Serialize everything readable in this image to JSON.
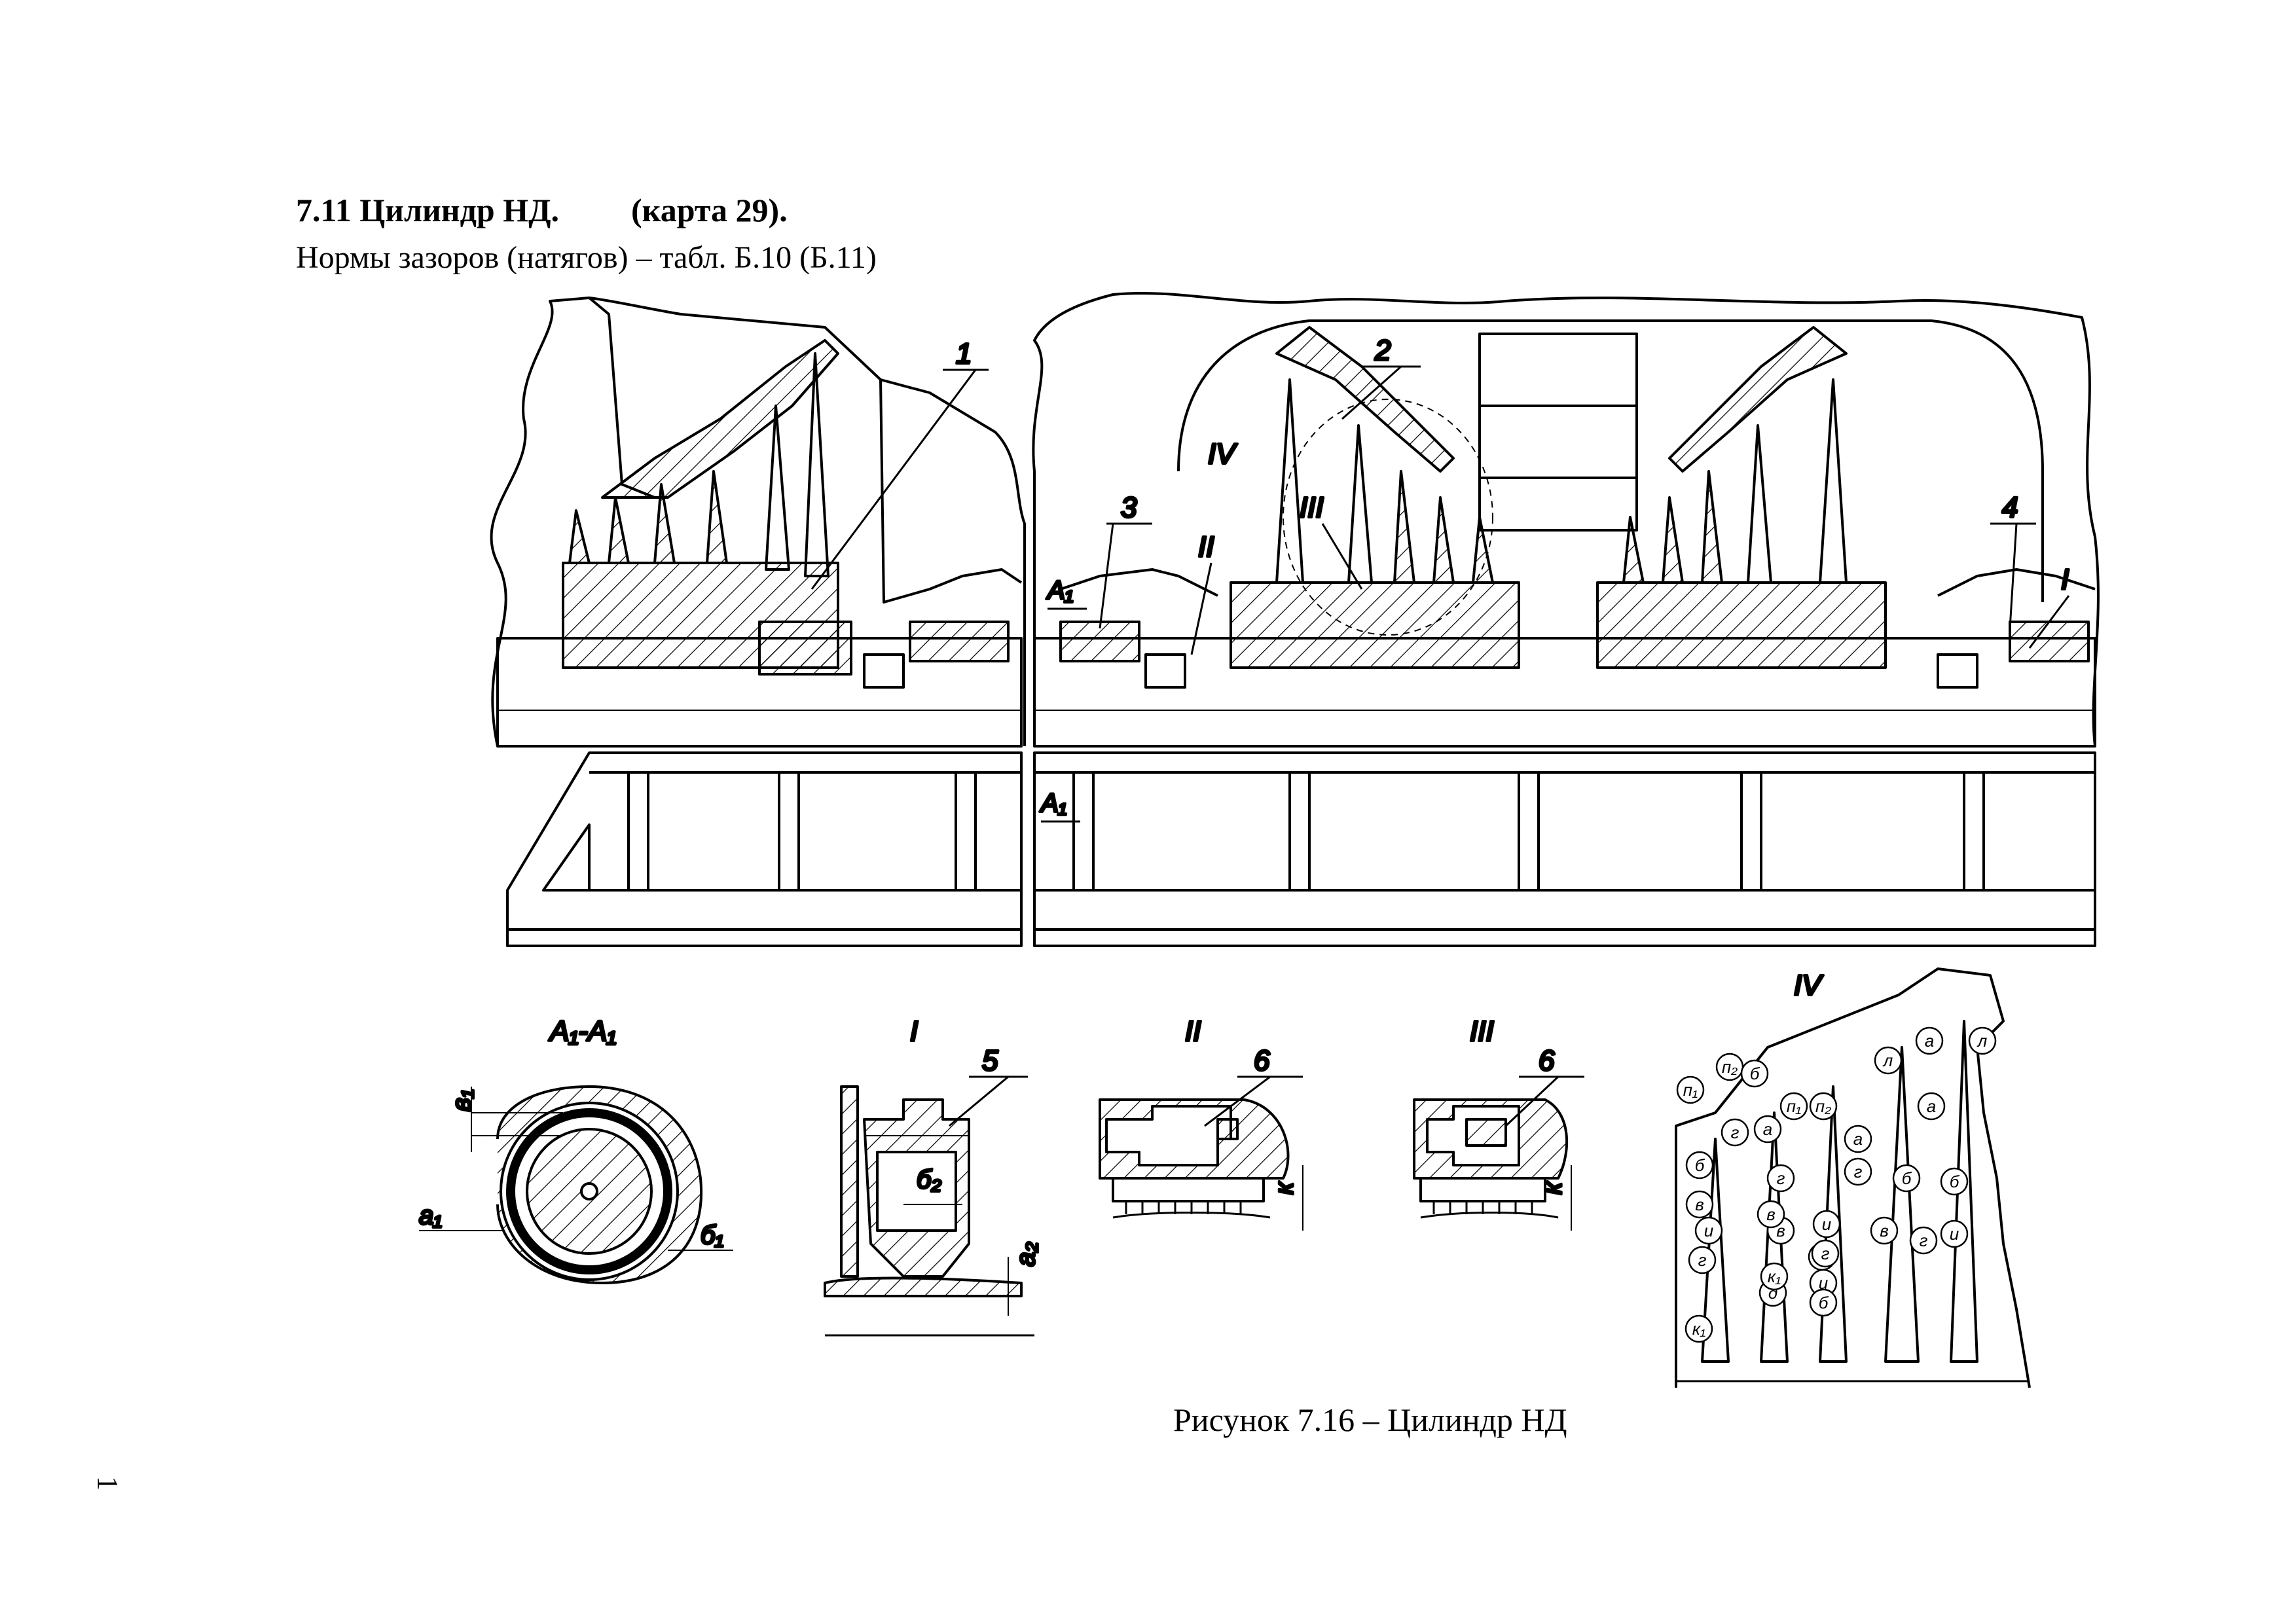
{
  "heading": {
    "section": "7.11 Цилиндр НД.",
    "map_ref": "(карта 29)."
  },
  "subheading": "Нормы  зазоров (натягов) – табл. Б.10 (Б.11)",
  "caption": "Рисунок 7.16 – Цилиндр НД",
  "page_number": "1",
  "callouts": {
    "c1": "1",
    "c2": "2",
    "c3": "3",
    "c4": "4",
    "c5": "5",
    "c6a": "6",
    "c6b": "6"
  },
  "view_marks": {
    "I": "I",
    "II": "II",
    "III": "III",
    "IV": "IV",
    "A1": "A₁"
  },
  "detail_titles": {
    "a1a1": "A₁-A₁",
    "I": "I",
    "II": "II",
    "III": "III",
    "IV": "IV"
  },
  "dimension_labels": {
    "v1": "в₁",
    "a1": "а₁",
    "b1": "б₁",
    "b2": "б₂",
    "a2": "а₂",
    "k": "к"
  },
  "detail_iv_markers": [
    "л",
    "а",
    "л",
    "п₁",
    "п₂",
    "б",
    "п₁",
    "п₂",
    "а",
    "а",
    "а",
    "г",
    "б",
    "б",
    "б",
    "г",
    "г",
    "г",
    "б",
    "в",
    "и",
    "в",
    "и",
    "в",
    "и",
    "г",
    "в",
    "г",
    "и",
    "д",
    "к₁",
    "б",
    "к₁"
  ]
}
